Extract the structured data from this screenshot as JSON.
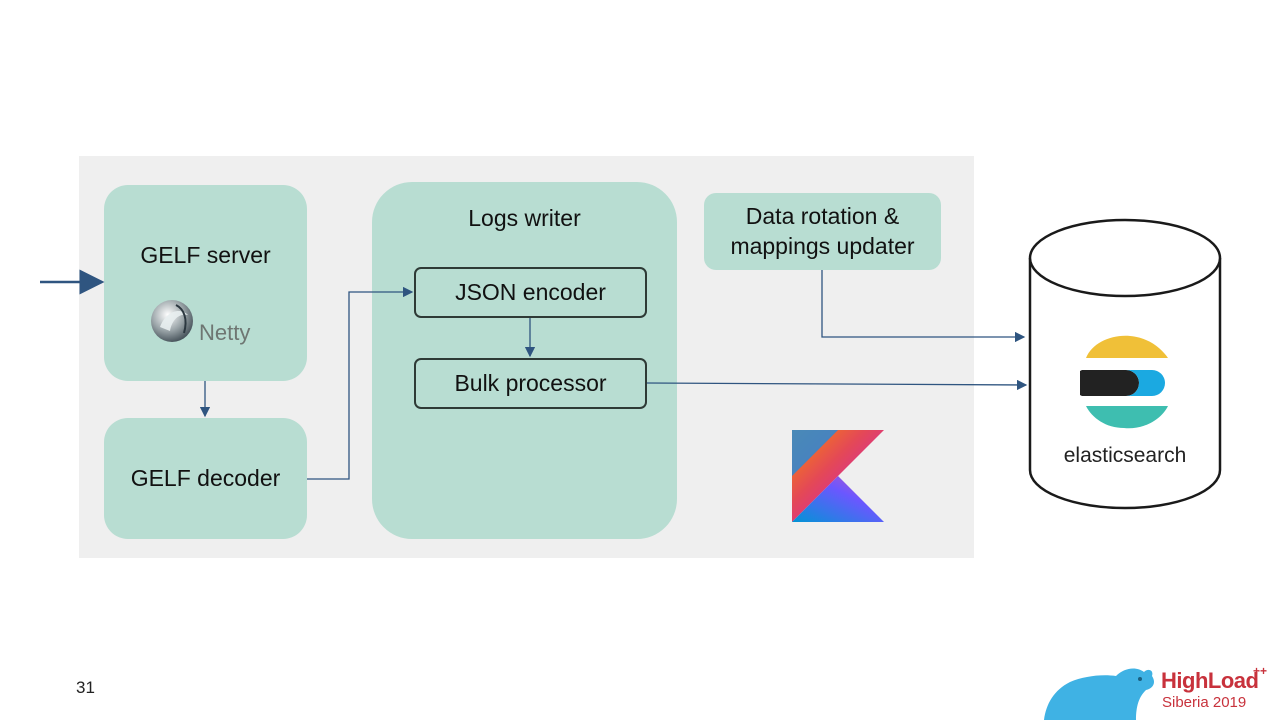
{
  "diagram": {
    "gelf_server": "GELF server",
    "netty_label": "Netty",
    "gelf_decoder": "GELF decoder",
    "logs_writer": "Logs writer",
    "json_encoder": "JSON encoder",
    "bulk_processor": "Bulk processor",
    "data_rotation_line1": "Data rotation &",
    "data_rotation_line2": "mappings updater",
    "elasticsearch_label": "elasticsearch"
  },
  "slide": {
    "page_number": "31"
  },
  "brand": {
    "name": "HighLoad",
    "plus": "++",
    "subtitle": "Siberia 2019"
  },
  "colors": {
    "panel": "#efefef",
    "box": "#b8ddd2",
    "arrow": "#2f5580",
    "brand": "#c8323c"
  },
  "icons": [
    "netty-logo",
    "kotlin-logo",
    "elasticsearch-logo",
    "bear-logo"
  ]
}
